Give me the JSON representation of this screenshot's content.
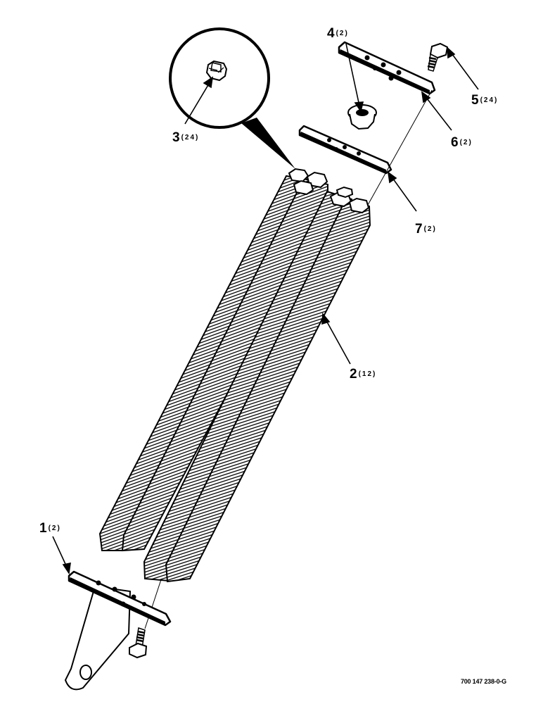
{
  "callouts": [
    {
      "number": "1",
      "qty": "(2)"
    },
    {
      "number": "2",
      "qty": "(12)"
    },
    {
      "number": "3",
      "qty": "(24)"
    },
    {
      "number": "4",
      "qty": "(2)"
    },
    {
      "number": "5",
      "qty": "(24)"
    },
    {
      "number": "6",
      "qty": "(2)"
    },
    {
      "number": "7",
      "qty": "(2)"
    }
  ],
  "drawing_id": "700 147 238-0-G"
}
